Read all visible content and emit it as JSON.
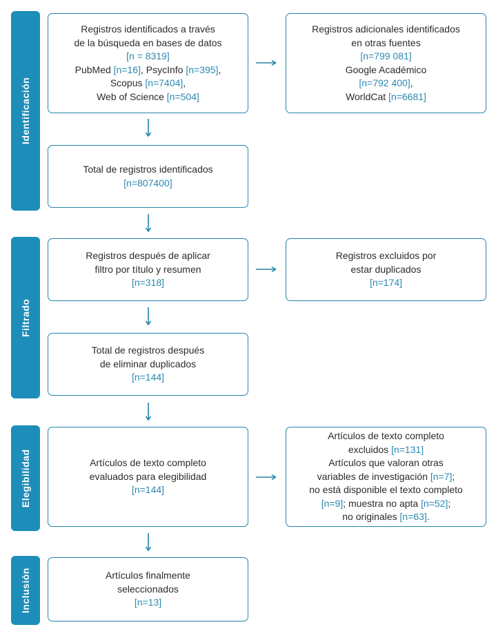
{
  "colors": {
    "stage_fill": "#1d8db9",
    "box_border": "#2484a8",
    "highlight": "#2b88b0",
    "arrow": "#2484a8"
  },
  "stages": {
    "identificacion": "Identificación",
    "filtrado": "Filtrado",
    "elegibilidad": "Elegibilidad",
    "inclusion": "Inclusión"
  },
  "boxes": {
    "db_search": {
      "lines": [
        [
          {
            "t": "Registros identificados a través"
          }
        ],
        [
          {
            "t": "de la búsqueda en bases de datos"
          }
        ],
        [
          {
            "t": "[n = 8319]",
            "h": true
          }
        ],
        [
          {
            "t": "PubMed "
          },
          {
            "t": "[n=16]",
            "h": true
          },
          {
            "t": ", PsycInfo "
          },
          {
            "t": "[n=395]",
            "h": true
          },
          {
            "t": ","
          }
        ],
        [
          {
            "t": "Scopus "
          },
          {
            "t": "[n=7404]",
            "h": true
          },
          {
            "t": ","
          }
        ],
        [
          {
            "t": "Web of Science "
          },
          {
            "t": "[n=504]",
            "h": true
          }
        ]
      ]
    },
    "other_sources": {
      "lines": [
        [
          {
            "t": "Registros adicionales identificados"
          }
        ],
        [
          {
            "t": "en otras fuentes"
          }
        ],
        [
          {
            "t": "[n=799 081]",
            "h": true
          }
        ],
        [
          {
            "t": "Google Académico"
          }
        ],
        [
          {
            "t": "[n=792 400]",
            "h": true
          },
          {
            "t": ","
          }
        ],
        [
          {
            "t": "WorldCat "
          },
          {
            "t": "[n=6681]",
            "h": true
          }
        ]
      ]
    },
    "total_identified": {
      "lines": [
        [
          {
            "t": "Total de registros identificados"
          }
        ],
        [
          {
            "t": "[n=807400]",
            "h": true
          }
        ]
      ]
    },
    "after_filter": {
      "lines": [
        [
          {
            "t": "Registros después de aplicar"
          }
        ],
        [
          {
            "t": "filtro por título y resumen"
          }
        ],
        [
          {
            "t": "[n=318]",
            "h": true
          }
        ]
      ]
    },
    "duplicates_excluded": {
      "lines": [
        [
          {
            "t": "Registros excluidos por"
          }
        ],
        [
          {
            "t": "estar duplicados"
          }
        ],
        [
          {
            "t": "[n=174]",
            "h": true
          }
        ]
      ]
    },
    "after_dedup": {
      "lines": [
        [
          {
            "t": "Total de registros después"
          }
        ],
        [
          {
            "t": "de eliminar duplicados"
          }
        ],
        [
          {
            "t": "[n=144]",
            "h": true
          }
        ]
      ]
    },
    "full_text_evaluated": {
      "lines": [
        [
          {
            "t": "Artículos de texto completo"
          }
        ],
        [
          {
            "t": "evaluados para elegibilidad"
          }
        ],
        [
          {
            "t": "[n=144]",
            "h": true
          }
        ]
      ]
    },
    "full_text_excluded": {
      "lines": [
        [
          {
            "t": "Artículos de texto completo"
          }
        ],
        [
          {
            "t": "excluidos "
          },
          {
            "t": "[n=131]",
            "h": true
          }
        ],
        [
          {
            "t": "Artículos que valoran otras"
          }
        ],
        [
          {
            "t": "variables de investigación "
          },
          {
            "t": "[n=7]",
            "h": true
          },
          {
            "t": ";"
          }
        ],
        [
          {
            "t": "no está disponible el texto completo"
          }
        ],
        [
          {
            "t": "[n=9]",
            "h": true
          },
          {
            "t": "; muestra no apta "
          },
          {
            "t": "[n=52]",
            "h": true
          },
          {
            "t": ";"
          }
        ],
        [
          {
            "t": "no originales "
          },
          {
            "t": "[n=63]",
            "h": true
          },
          {
            "t": "."
          }
        ]
      ]
    },
    "final_selected": {
      "lines": [
        [
          {
            "t": "Artículos finalmente"
          }
        ],
        [
          {
            "t": "seleccionados"
          }
        ],
        [
          {
            "t": "[n=13]",
            "h": true
          }
        ]
      ]
    }
  }
}
